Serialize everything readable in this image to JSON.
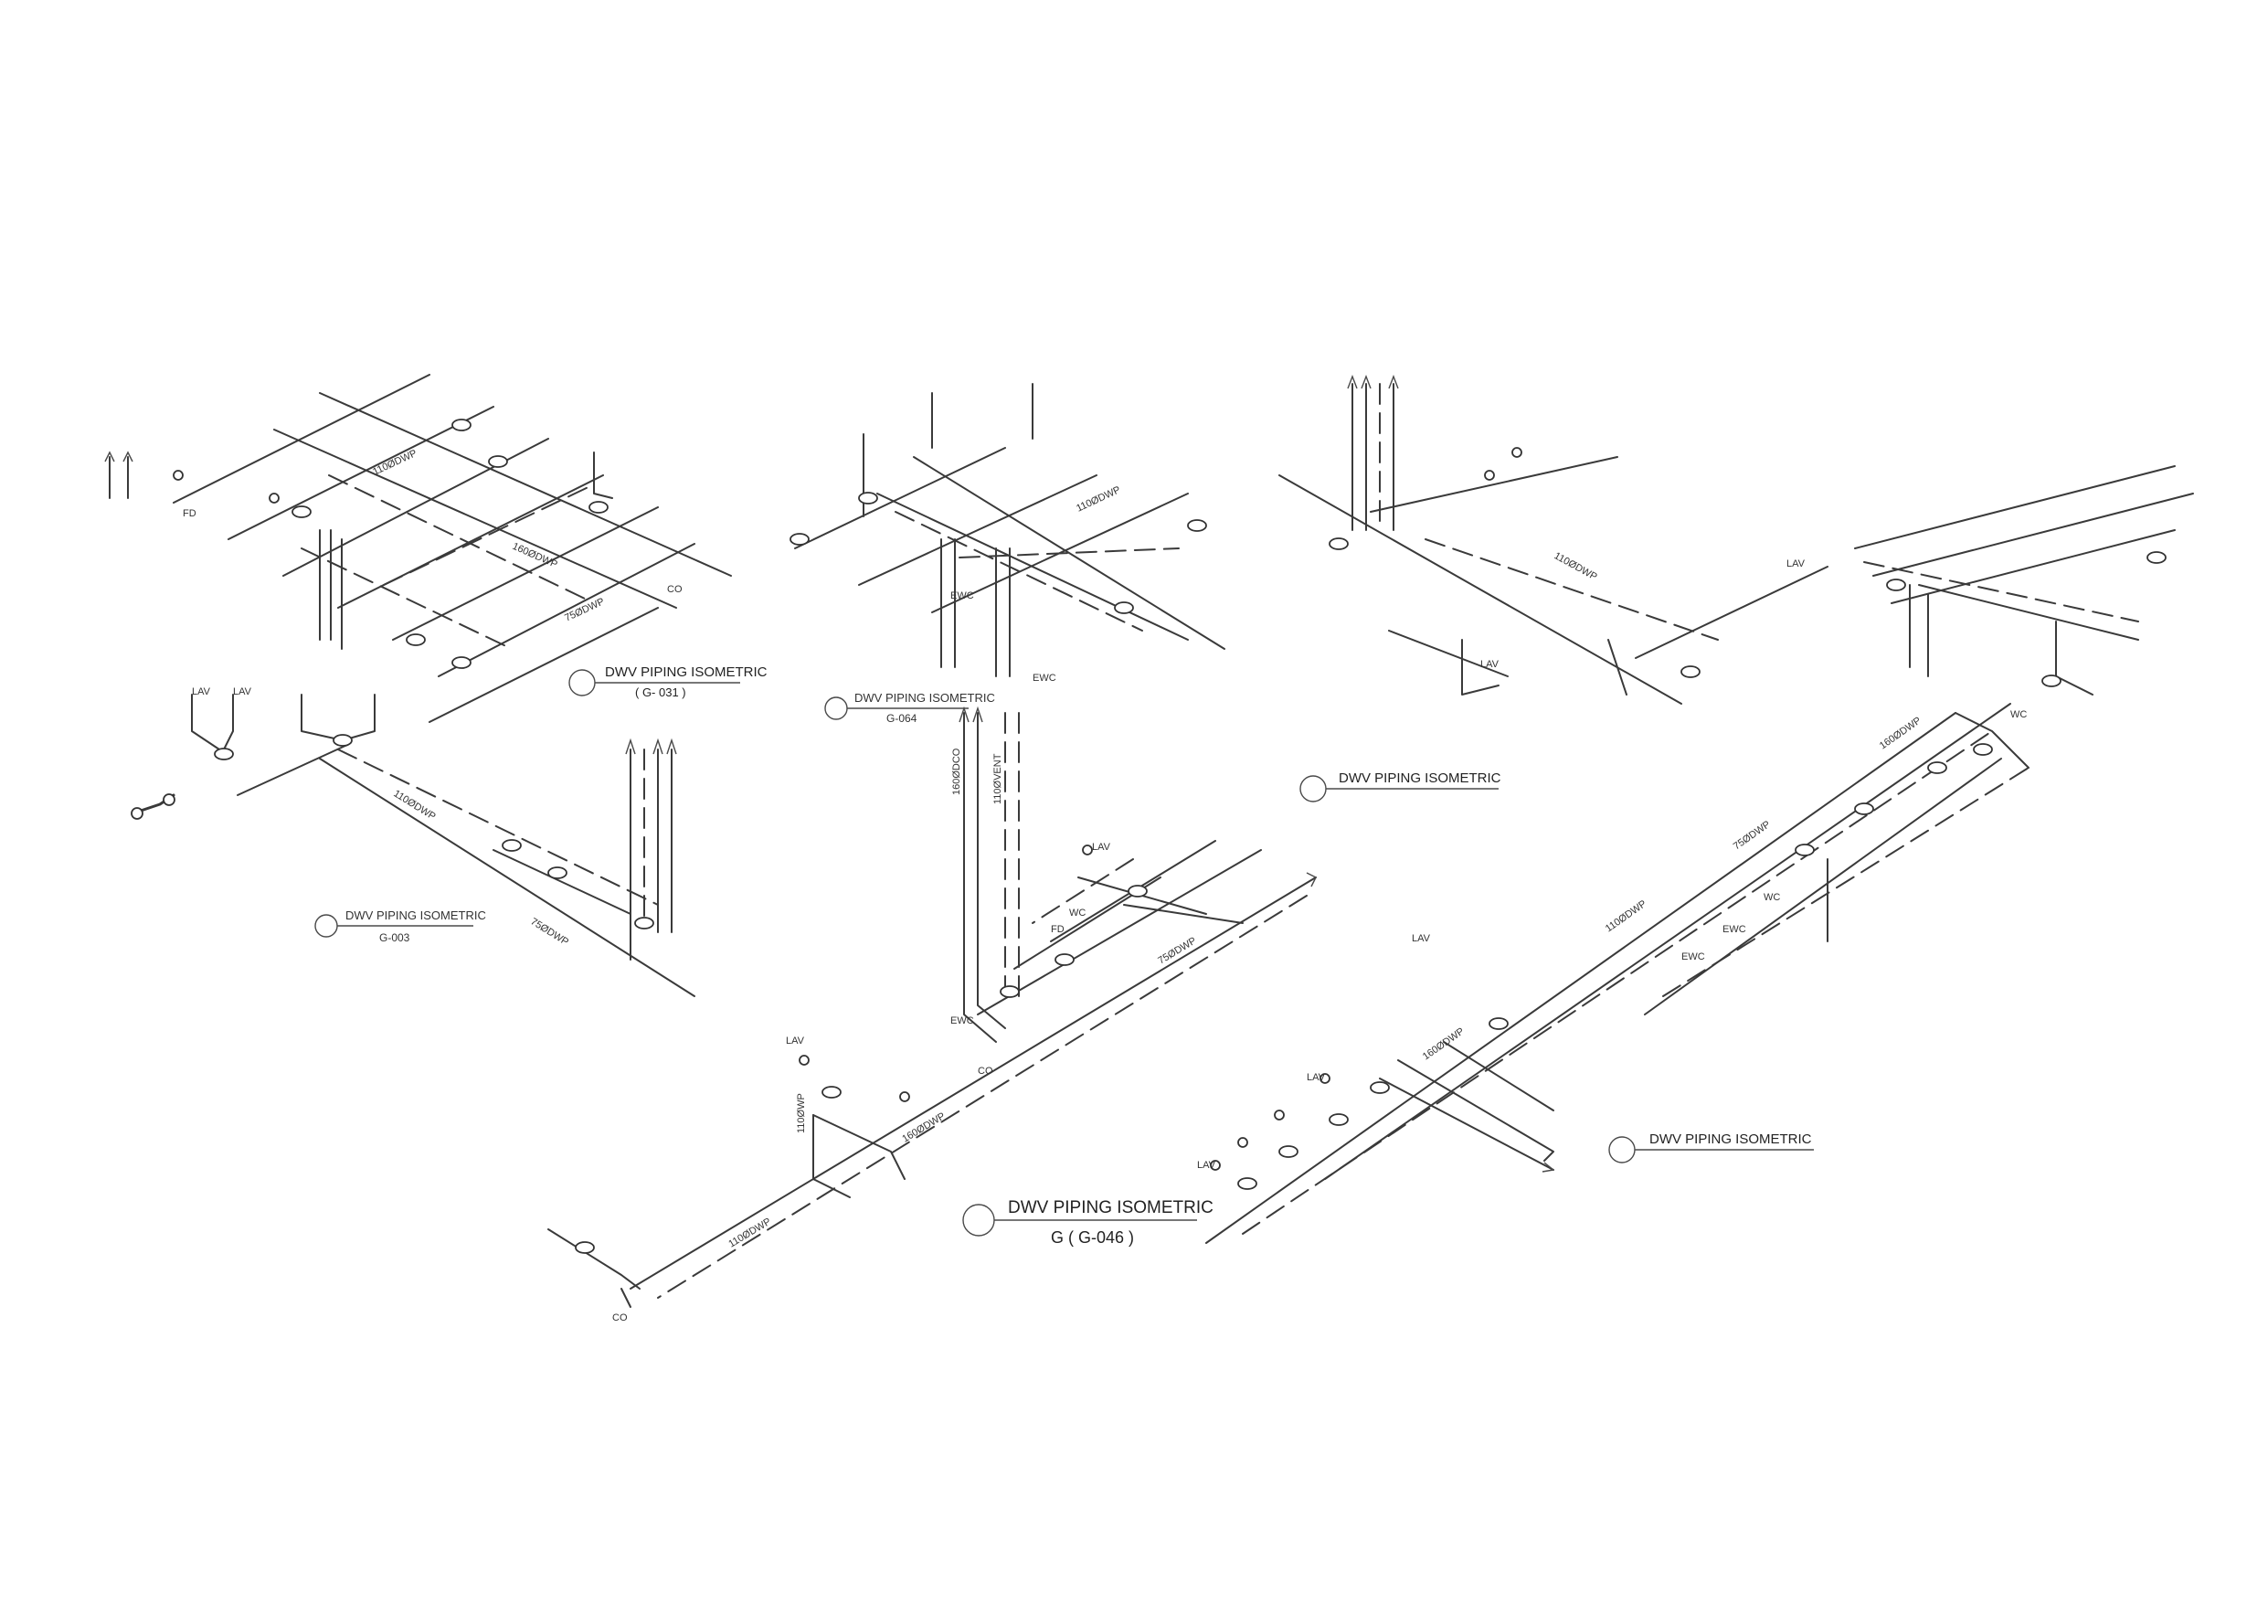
{
  "labels": {
    "iso_g031": {
      "title": "DWV PIPING ISOMETRIC",
      "sub": "( G- 031 )"
    },
    "iso_g064": {
      "title": "DWV PIPING ISOMETRIC",
      "sub": "G-064"
    },
    "iso_center": {
      "title": "DWV PIPING ISOMETRIC"
    },
    "iso_g003": {
      "title": "DWV PIPING ISOMETRIC",
      "sub": "G-003"
    },
    "iso_g046": {
      "title": "DWV PIPING ISOMETRIC",
      "sub": "G ( G-046 )"
    },
    "iso_right": {
      "title": "DWV PIPING ISOMETRIC"
    }
  },
  "fixture_tags": {
    "lav": "LAV",
    "wc": "WC",
    "fd": "FD",
    "ewc": "EWC",
    "co": "CO"
  },
  "pipe_sizes": {
    "s110": "110ØDWP",
    "s160": "160ØDWP",
    "s75": "75ØDWP",
    "s110v": "110ØWP",
    "s160v": "160ØDCO",
    "s110vent": "110ØVENT"
  },
  "colors": {
    "line": "#3a3a3a",
    "background": "#ffffff"
  }
}
